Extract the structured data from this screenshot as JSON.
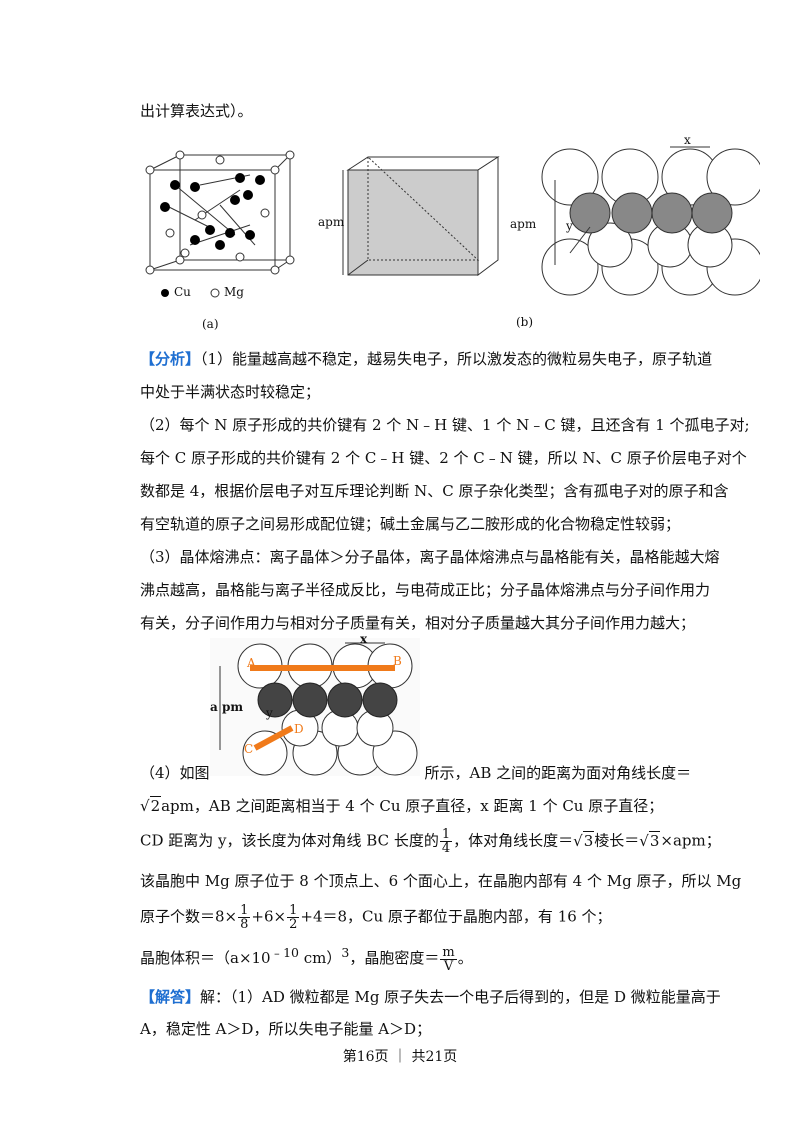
{
  "top_line": "出计算表达式）。",
  "figures": {
    "legend_cu": "Cu",
    "legend_mg": "Mg",
    "label_a": "(a)",
    "label_b": "(b)",
    "apm": "apm",
    "x": "x",
    "y": "y"
  },
  "analysis": {
    "tag": "【分析】",
    "l1": "（1）能量越高越不稳定，越易失电子，所以激发态的微粒易失电子，原子轨道",
    "l2": "中处于半满状态时较稳定；",
    "l3": "（2）每个 N 原子形成的共价键有 2 个 N﹣H 键、1 个 N﹣C 键，且还含有 1 个孤电子对;",
    "l4": "每个 C 原子形成的共价键有 2 个 C﹣H 键、2 个 C﹣N 键，所以 N、C 原子价层电子对个",
    "l5": "数都是 4，根据价层电子对互斥理论判断 N、C 原子杂化类型；含有孤电子对的原子和含",
    "l6": "有空轨道的原子之间易形成配位键；碱土金属与乙二胺形成的化合物稳定性较弱；",
    "l7": "（3）晶体熔沸点：离子晶体＞分子晶体，离子晶体熔沸点与晶格能有关，晶格能越大熔",
    "l8": "沸点越高，晶格能与离子半径成反比，与电荷成正比；分子晶体熔沸点与分子间作用力",
    "l9": "有关，分子间作用力与相对分子质量有关，相对分子质量越大其分子间作用力越大；"
  },
  "fig2": {
    "A": "A",
    "B": "B",
    "C": "C",
    "D": "D",
    "x": "x",
    "apm": "a pm",
    "y": "y"
  },
  "part4": {
    "prefix": "（4）如图",
    "suffix": "所示，AB 之间的距离为面对角线长度＝",
    "l2_sqrt": "2",
    "l2_rest": "apm，AB 之间距离相当于 4 个 Cu 原子直径，x 距离 1 个 Cu 原子直径；",
    "l3_a": "CD 距离为 y，该长度为体对角线 BC 长度的",
    "l3_frac_n": "1",
    "l3_frac_d": "4",
    "l3_b": "，体对角线长度＝",
    "l3_sqrt1": "3",
    "l3_c": "棱长＝",
    "l3_sqrt2": "3",
    "l3_d": "×apm；",
    "l4": "该晶胞中 Mg 原子位于 8 个顶点上、6 个面心上，在晶胞内部有 4 个 Mg 原子，所以 Mg",
    "l5_a": "原子个数＝8×",
    "l5_f1n": "1",
    "l5_f1d": "8",
    "l5_b": "+6×",
    "l5_f2n": "1",
    "l5_f2d": "2",
    "l5_c": "+4＝8，Cu 原子都位于晶胞内部，有 16 个；",
    "l6_a": "晶胞体积＝（a×10",
    "l6_sup": "﹣10",
    "l6_b": " cm）",
    "l6_sup2": "3",
    "l6_c": "，晶胞密度＝",
    "l6_fn": "m",
    "l6_fd": "V",
    "l6_d": "。"
  },
  "answer": {
    "tag": "【解答】",
    "l1": "解：（1）AD 微粒都是 Mg 原子失去一个电子后得到的，但是 D 微粒能量高于",
    "l2": "A，稳定性 A＞D，所以失电子能量 A＞D；"
  },
  "footer": "第16页 ｜ 共21页"
}
